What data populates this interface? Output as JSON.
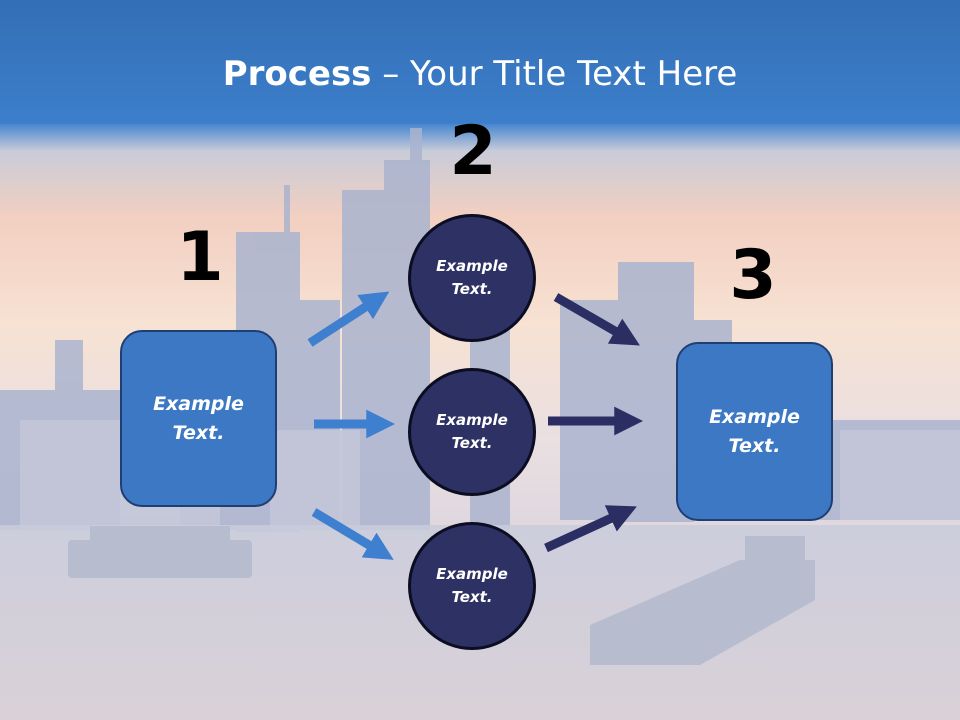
{
  "title": {
    "bold": "Process",
    "rest": " – Your Title Text Here"
  },
  "steps": [
    {
      "number": "1"
    },
    {
      "number": "2"
    },
    {
      "number": "3"
    }
  ],
  "left_box": {
    "text": "Example Text."
  },
  "right_box": {
    "text": "Example Text."
  },
  "circles": [
    {
      "text": "Example Text."
    },
    {
      "text": "Example Text."
    },
    {
      "text": "Example Text."
    }
  ],
  "colors": {
    "title_band": "#3a7bc8",
    "box_fill": "#3c78c4",
    "circle_fill": "#2e3164",
    "arrow_light": "#3f7fcf",
    "arrow_dark": "#2b2e63"
  }
}
